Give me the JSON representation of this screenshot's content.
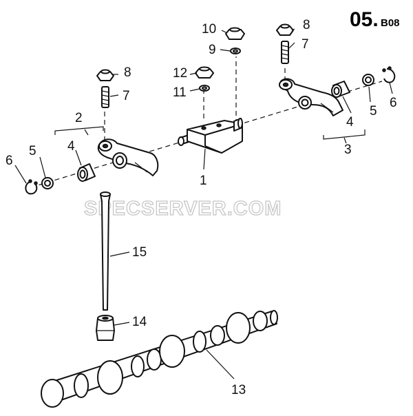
{
  "page_code": {
    "main": "05.",
    "sub": "B08"
  },
  "watermark": "SPECSERVER.COM",
  "callouts": {
    "c1": "1",
    "c2": "2",
    "c3": "3",
    "c4_left": "4",
    "c4_right": "4",
    "c5_left": "5",
    "c5_right": "5",
    "c6_left": "6",
    "c6_right": "6",
    "c7_left": "7",
    "c7_right": "7",
    "c8_left": "8",
    "c8_right": "8",
    "c9": "9",
    "c10": "10",
    "c11": "11",
    "c12": "12",
    "c13": "13",
    "c14": "14",
    "c15": "15"
  }
}
